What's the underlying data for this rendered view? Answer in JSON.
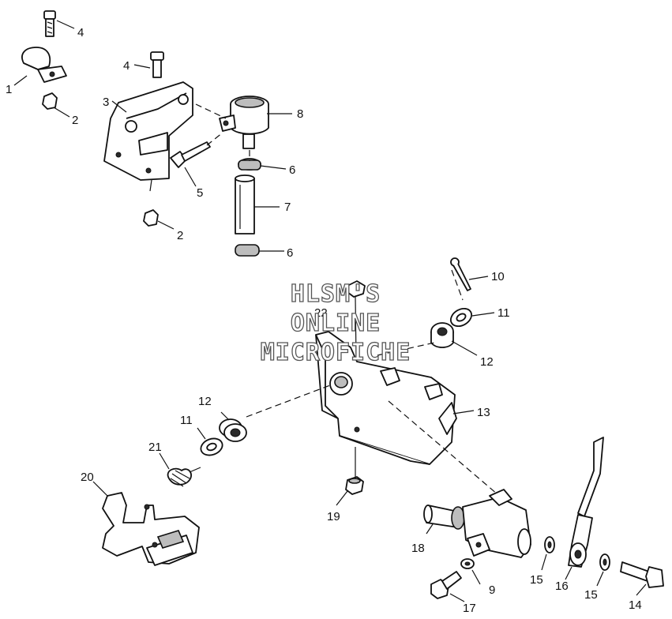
{
  "watermark": {
    "line1": "HLSM'S",
    "line2": "ONLINE",
    "line3": "MICROFICHE"
  },
  "callouts": [
    {
      "id": "c4a",
      "label": "4"
    },
    {
      "id": "c1",
      "label": "1"
    },
    {
      "id": "c2a",
      "label": "2"
    },
    {
      "id": "c4b",
      "label": "4"
    },
    {
      "id": "c3",
      "label": "3"
    },
    {
      "id": "c8",
      "label": "8"
    },
    {
      "id": "c5",
      "label": "5"
    },
    {
      "id": "c6a",
      "label": "6"
    },
    {
      "id": "c7",
      "label": "7"
    },
    {
      "id": "c2b",
      "label": "2"
    },
    {
      "id": "c6b",
      "label": "6"
    },
    {
      "id": "c10",
      "label": "10"
    },
    {
      "id": "c22",
      "label": "22"
    },
    {
      "id": "c11a",
      "label": "11"
    },
    {
      "id": "c12a",
      "label": "12"
    },
    {
      "id": "c13",
      "label": "13"
    },
    {
      "id": "c12b",
      "label": "12"
    },
    {
      "id": "c11b",
      "label": "11"
    },
    {
      "id": "c21",
      "label": "21"
    },
    {
      "id": "c20",
      "label": "20"
    },
    {
      "id": "c19",
      "label": "19"
    },
    {
      "id": "c18",
      "label": "18"
    },
    {
      "id": "c9",
      "label": "9"
    },
    {
      "id": "c17",
      "label": "17"
    },
    {
      "id": "c15a",
      "label": "15"
    },
    {
      "id": "c16",
      "label": "16"
    },
    {
      "id": "c15b",
      "label": "15"
    },
    {
      "id": "c14",
      "label": "14"
    }
  ]
}
